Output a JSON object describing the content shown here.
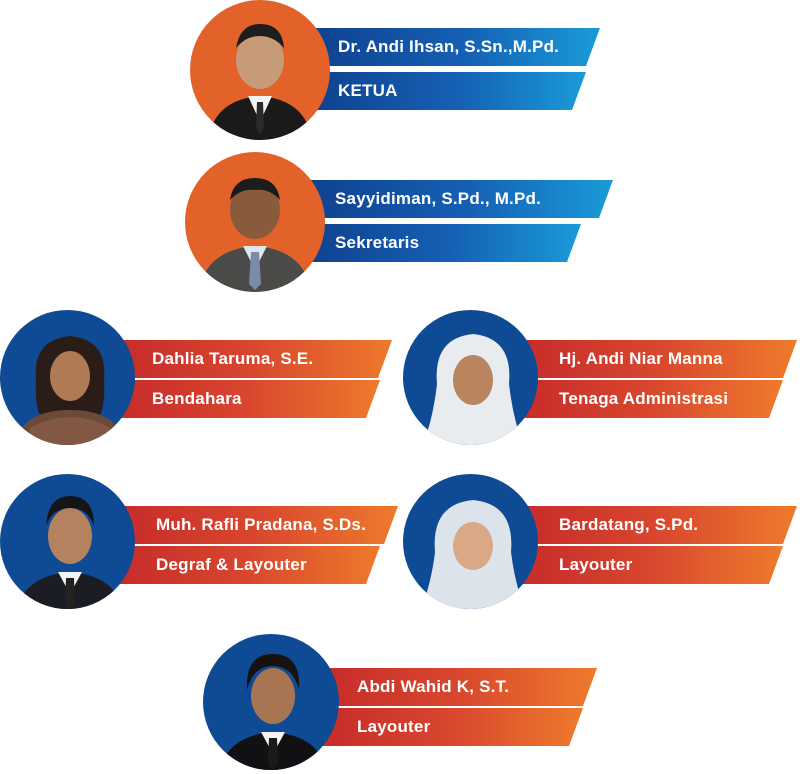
{
  "members": [
    {
      "name": "Dr. Andi Ihsan, S.Sn.,M.Pd.",
      "role": "KETUA"
    },
    {
      "name": "Sayyidiman, S.Pd., M.Pd.",
      "role": "Sekretaris"
    },
    {
      "name": "Dahlia Taruma, S.E.",
      "role": "Bendahara"
    },
    {
      "name": "Hj. Andi Niar Manna",
      "role": "Tenaga Administrasi"
    },
    {
      "name": "Muh. Rafli Pradana, S.Ds.",
      "role": "Degraf & Layouter"
    },
    {
      "name": "Bardatang, S.Pd.",
      "role": "Layouter"
    },
    {
      "name": "Abdi Wahid K, S.T.",
      "role": "Layouter"
    }
  ],
  "colors": {
    "blue_dark": "#0f3f8c",
    "blue_light": "#1a9bd8",
    "orange_dark": "#c62a2a",
    "orange_light": "#ee7a2c",
    "photo_bg_orange": "#e2622a",
    "photo_bg_blue": "#0f4a94"
  },
  "icons": [
    "person-photo"
  ]
}
